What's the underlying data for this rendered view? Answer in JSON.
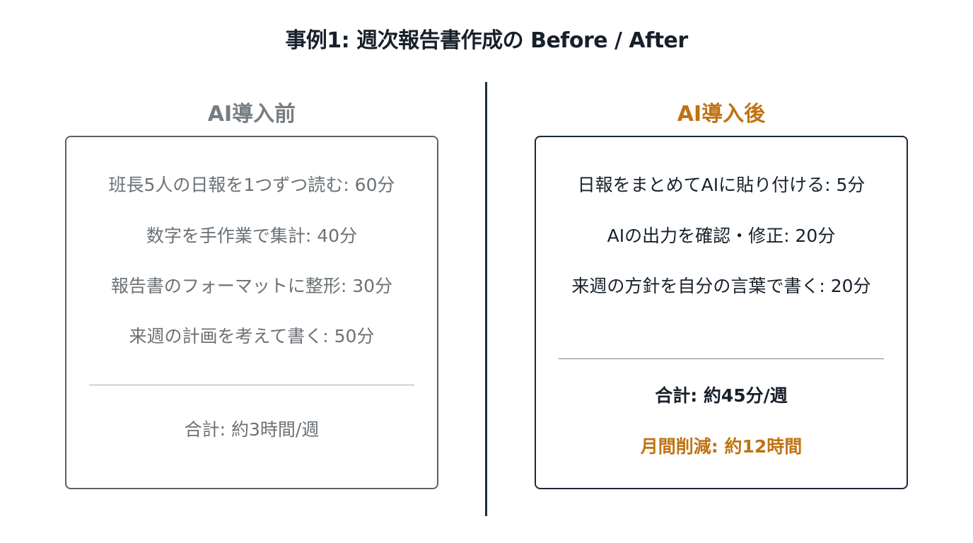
{
  "title": "事例1: 週次報告書作成の Before / After",
  "colors": {
    "accent": "#c07312",
    "before_text": "#6b7176",
    "after_text": "#17202a",
    "divider": "#1f2d3a"
  },
  "before": {
    "heading": "AI導入前",
    "items": [
      "班長5人の日報を1つずつ読む: 60分",
      "数字を手作業で集計: 40分",
      "報告書のフォーマットに整形: 30分",
      "来週の計画を考えて書く: 50分"
    ],
    "total": "合計: 約3時間/週"
  },
  "after": {
    "heading": "AI導入後",
    "items": [
      "日報をまとめてAIに貼り付ける: 5分",
      "AIの出力を確認・修正: 20分",
      "来週の方針を自分の言葉で書く: 20分"
    ],
    "total": "合計: 約45分/週",
    "saving": "月間削減: 約12時間"
  }
}
